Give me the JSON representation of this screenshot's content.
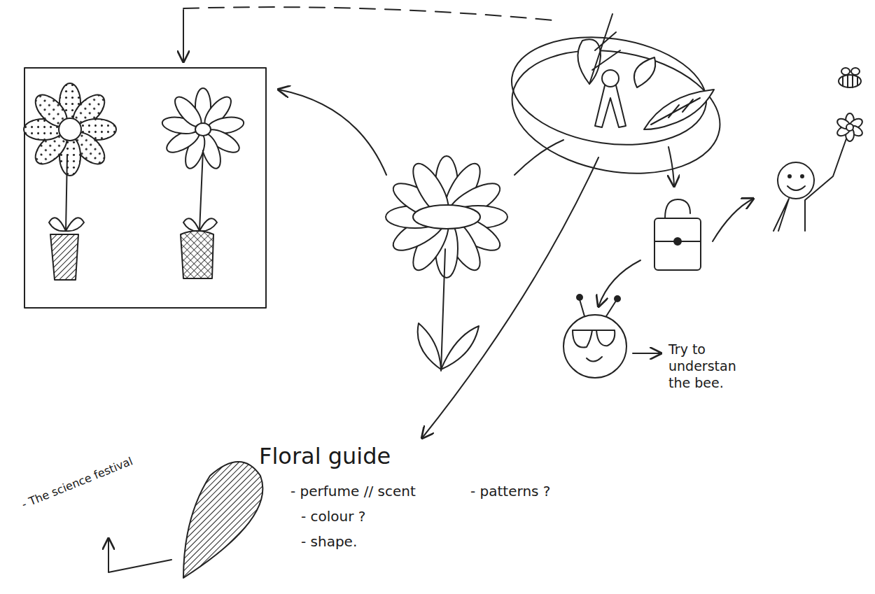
{
  "diagram": {
    "labels": [
      "Try to understan the bee.",
      "Floral guide",
      "- perfume // scent",
      "- patterns ?",
      "- colour ?",
      "- shape.",
      "- The science festival"
    ]
  }
}
